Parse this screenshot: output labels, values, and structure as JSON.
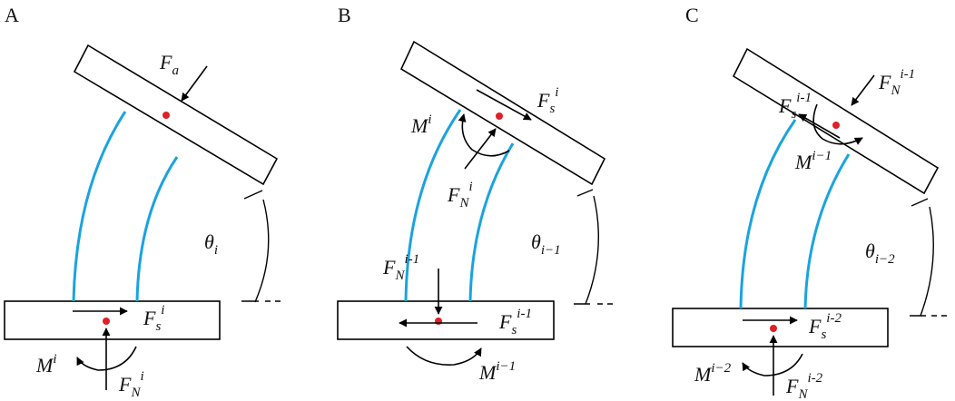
{
  "colors": {
    "flexure": "#1aa3e0",
    "center_dot": "#e01f26",
    "ink": "#000000"
  },
  "panels": [
    {
      "letter": "A",
      "top_force": {
        "main": "F",
        "sub": "a",
        "sup": ""
      },
      "top_shear": null,
      "top_normal": null,
      "top_moment": null,
      "angle": {
        "main": "θ",
        "sub": "i"
      },
      "bottom_shear": {
        "main": "F",
        "sub": "s",
        "sup": "i"
      },
      "bottom_normal": {
        "main": "F",
        "sub": "N",
        "sup": "i"
      },
      "bottom_moment": {
        "main": "M",
        "sup": "i"
      },
      "bottom_normal_top": null
    },
    {
      "letter": "B",
      "top_force": null,
      "top_shear": {
        "main": "F",
        "sub": "s",
        "sup": "i"
      },
      "top_normal": {
        "main": "F",
        "sub": "N",
        "sup": "i"
      },
      "top_moment": {
        "main": "M",
        "sup": "i"
      },
      "angle": {
        "main": "θ",
        "sub": "i−1"
      },
      "bottom_shear": {
        "main": "F",
        "sub": "s",
        "sup": "i-1"
      },
      "bottom_normal": null,
      "bottom_moment": {
        "main": "M",
        "sup": "i−1"
      },
      "bottom_normal_top": {
        "main": "F",
        "sub": "N",
        "sup": "i-1"
      }
    },
    {
      "letter": "C",
      "top_force": {
        "main": "F",
        "sub": "N",
        "sup": "i-1"
      },
      "top_shear": {
        "main": "F",
        "sub": "s",
        "sup": "i-1"
      },
      "top_normal": null,
      "top_moment": {
        "main": "M",
        "sup": "i−1"
      },
      "angle": {
        "main": "θ",
        "sub": "i−2"
      },
      "bottom_shear": {
        "main": "F",
        "sub": "s",
        "sup": "i-2"
      },
      "bottom_normal": {
        "main": "F",
        "sub": "N",
        "sup": "i-2"
      },
      "bottom_moment": {
        "main": "M",
        "sup": "i−2"
      },
      "bottom_normal_top": null
    }
  ]
}
